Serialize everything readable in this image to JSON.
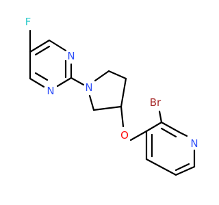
{
  "molecule": {
    "atoms": {
      "f": {
        "symbol": "F",
        "color": "#33cccc"
      },
      "n1": {
        "symbol": "N",
        "color": "#3050f8"
      },
      "n2": {
        "symbol": "N",
        "color": "#3050f8"
      },
      "n3": {
        "symbol": "N",
        "color": "#3050f8"
      },
      "o": {
        "symbol": "O",
        "color": "#ff0d0d"
      },
      "br": {
        "symbol": "Br",
        "color": "#a62929"
      },
      "n4": {
        "symbol": "N",
        "color": "#3050f8"
      }
    }
  }
}
